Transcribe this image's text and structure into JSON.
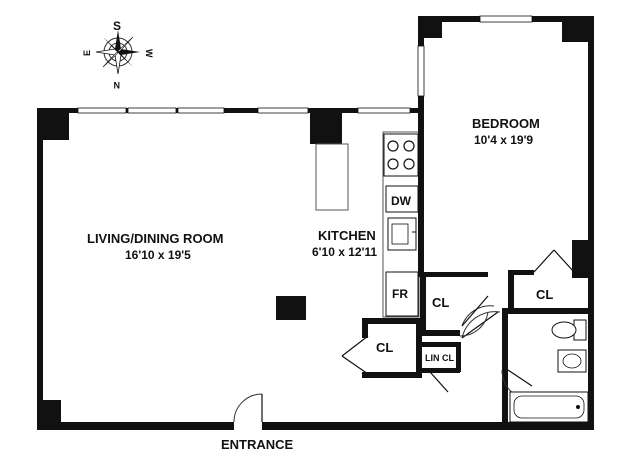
{
  "compass": {
    "south": "S",
    "north": "N",
    "east": "E",
    "west": "W"
  },
  "rooms": {
    "living": {
      "name": "LIVING/DINING ROOM",
      "dims": "16'10 x 19'5"
    },
    "kitchen": {
      "name": "KITCHEN",
      "dims": "6'10 x 12'11"
    },
    "bedroom": {
      "name": "BEDROOM",
      "dims": "10'4 x 19'9"
    }
  },
  "fixtures": {
    "dishwasher": "DW",
    "fridge": "FR",
    "closet_hall": "CL",
    "closet_kitchen": "CL",
    "closet_bedroom": "CL",
    "linen_closet": "LIN CL"
  },
  "entrance": "ENTRANCE"
}
